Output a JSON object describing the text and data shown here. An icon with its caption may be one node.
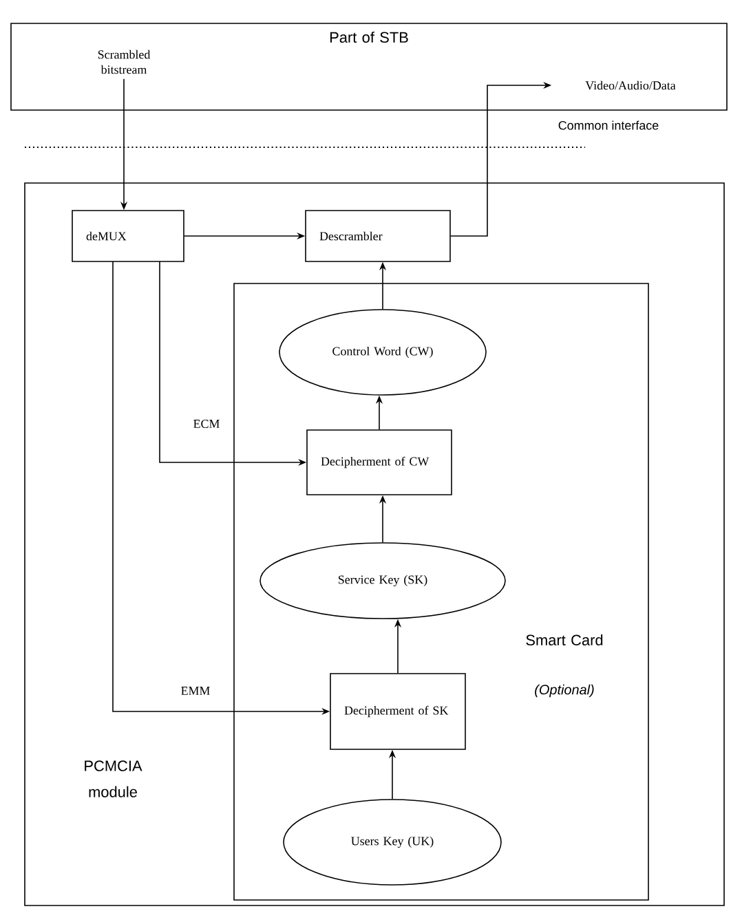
{
  "diagram": {
    "nodes": [
      {
        "text": [
          "Part of STB"
        ]
      },
      {
        "text": [
          "Scrambled bitstream"
        ],
        "in": 0
      },
      {
        "text": [
          "Video/Audio/Data"
        ],
        "in": 0
      },
      {
        "text": [
          "PCMCIA module"
        ]
      },
      {
        "text": [
          "deMUX"
        ],
        "in": 3
      },
      {
        "text": [
          "Descrambler"
        ],
        "in": 3
      },
      {
        "text": [
          "Smart Card",
          "(Optional)"
        ],
        "in": 3
      },
      {
        "text": [
          "Control Word (CW)"
        ],
        "in": 6
      },
      {
        "text": [
          "Decipherment of CW"
        ],
        "in": 6
      },
      {
        "text": [
          "Service Key (SK)"
        ],
        "in": 6
      },
      {
        "text": [
          "Decipherment of SK"
        ],
        "in": 6
      },
      {
        "text": [
          "Users Key (UK)"
        ],
        "in": 6
      }
    ],
    "edges": [
      {
        "from": 1,
        "to": 4,
        "arrow": "to"
      },
      {
        "from": 4,
        "to": 5,
        "arrow": "to"
      },
      {
        "from": 5,
        "to": 2,
        "arrow": "to"
      },
      {
        "from": 7,
        "to": 5,
        "arrow": "to"
      },
      {
        "from": 4,
        "to": 8,
        "arrow": "to",
        "label": "ECM"
      },
      {
        "from": 8,
        "to": 7,
        "arrow": "to"
      },
      {
        "from": 9,
        "to": 8,
        "arrow": "to"
      },
      {
        "from": 4,
        "to": 10,
        "arrow": "to",
        "label": "EMM"
      },
      {
        "from": 10,
        "to": 9,
        "arrow": "to"
      },
      {
        "from": 11,
        "to": 10,
        "arrow": "to"
      }
    ],
    "labels": [
      "Common interface"
    ]
  }
}
